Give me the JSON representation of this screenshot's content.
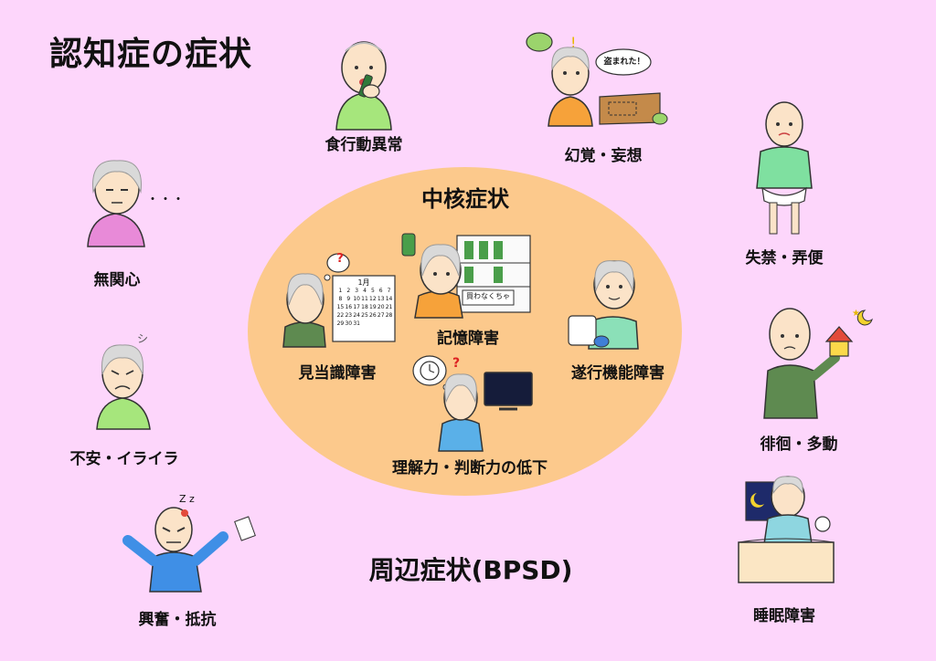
{
  "title": "認知症の症状",
  "core": {
    "title": "中核症状",
    "items": [
      {
        "label": "記憶障害"
      },
      {
        "label": "見当識障害"
      },
      {
        "label": "遂行機能障害"
      },
      {
        "label": "理解力・判断力の低下"
      }
    ]
  },
  "peripheral": {
    "title": "周辺症状(BPSD)",
    "items": [
      {
        "label": "食行動異常"
      },
      {
        "label": "幻覚・妄想"
      },
      {
        "label": "無関心"
      },
      {
        "label": "失禁・弄便"
      },
      {
        "label": "不安・イライラ"
      },
      {
        "label": "徘徊・多動"
      },
      {
        "label": "興奮・抵抗"
      },
      {
        "label": "睡眠障害"
      }
    ]
  },
  "illustration_text": {
    "speech_bubble": "盗まれた！",
    "calendar_month": "1月",
    "calendar_days": [
      "1",
      "2",
      "3",
      "4",
      "5",
      "6",
      "7",
      "8",
      "9",
      "10",
      "11",
      "12",
      "13",
      "14",
      "15",
      "16",
      "17",
      "18",
      "19",
      "20",
      "21",
      "22",
      "23",
      "24",
      "25",
      "26",
      "27",
      "28",
      "29",
      "30",
      "31"
    ],
    "fridge_note": "買わなくちゃ",
    "question_mark": "?",
    "ellipsis": "・・・",
    "zzz": "Z z",
    "tension_marks": "シ"
  },
  "colors": {
    "background": "#fdd6fb",
    "core_ellipse": "#fcc98c",
    "hair": "#d9d9d9",
    "skin": "#fbe3c8"
  }
}
